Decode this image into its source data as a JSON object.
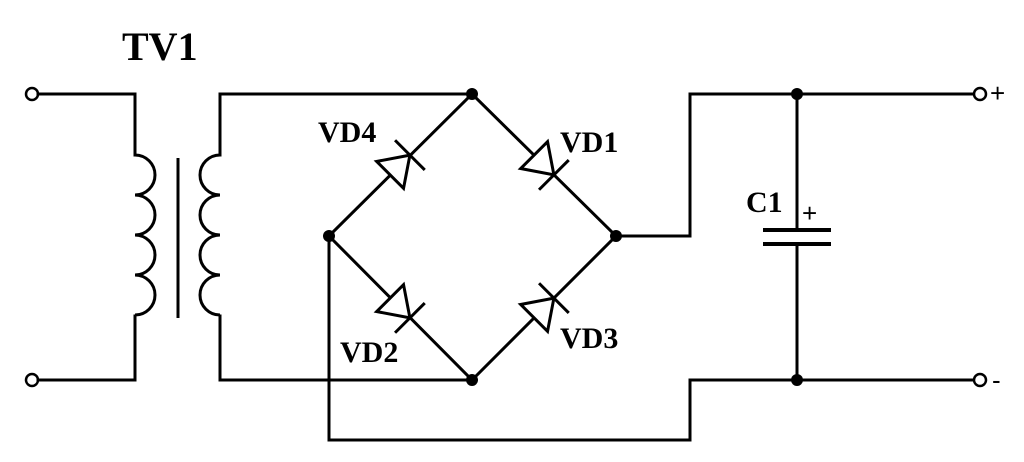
{
  "labels": {
    "transformer": "TV1",
    "diode_1": "VD1",
    "diode_2": "VD2",
    "diode_3": "VD3",
    "diode_4": "VD4",
    "capacitor": "C1",
    "capacitor_polarity": "+",
    "output_positive": "+",
    "output_negative": "-"
  }
}
